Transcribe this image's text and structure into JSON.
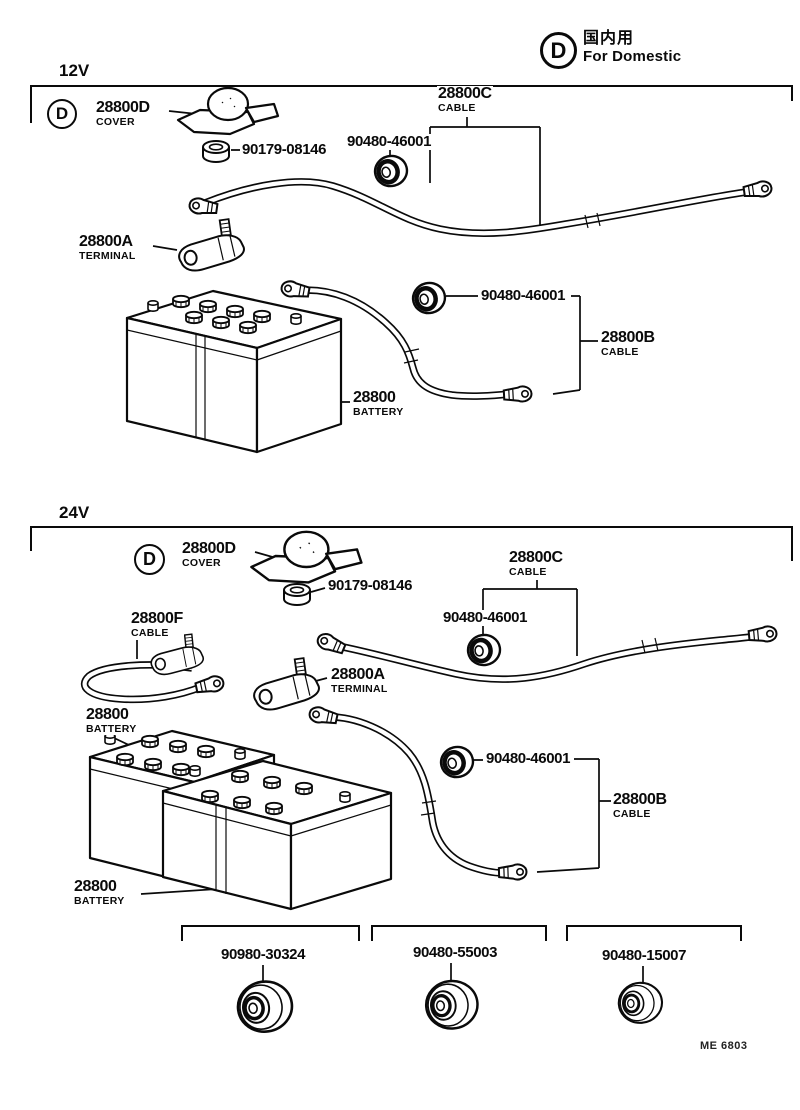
{
  "header": {
    "symbol": "D",
    "domestic_jp": "国内用",
    "domestic_en": "For Domestic"
  },
  "s12v": {
    "title": "12V",
    "symbol": "D",
    "cover": {
      "part": "28800D",
      "caption": "COVER"
    },
    "nut": {
      "part": "90179-08146"
    },
    "cable_c": {
      "part": "28800C",
      "caption": "CABLE"
    },
    "grommet_upper": {
      "part": "90480-46001"
    },
    "terminal": {
      "part": "28800A",
      "caption": "TERMINAL"
    },
    "grommet_lower": {
      "part": "90480-46001"
    },
    "cable_b": {
      "part": "28800B",
      "caption": "CABLE"
    },
    "battery": {
      "part": "28800",
      "caption": "BATTERY"
    }
  },
  "s24v": {
    "title": "24V",
    "symbol": "D",
    "cover": {
      "part": "28800D",
      "caption": "COVER"
    },
    "nut": {
      "part": "90179-08146"
    },
    "cable_c": {
      "part": "28800C",
      "caption": "CABLE"
    },
    "grommet_upper": {
      "part": "90480-46001"
    },
    "cable_f": {
      "part": "28800F",
      "caption": "CABLE"
    },
    "terminal": {
      "part": "28800A",
      "caption": "TERMINAL"
    },
    "battery_rear": {
      "part": "28800",
      "caption": "BATTERY"
    },
    "grommet_lower": {
      "part": "90480-46001"
    },
    "cable_b": {
      "part": "28800B",
      "caption": "CABLE"
    },
    "battery_front": {
      "part": "28800",
      "caption": "BATTERY"
    }
  },
  "bottom": {
    "items": [
      {
        "part": "90980-30324"
      },
      {
        "part": "90480-55003"
      },
      {
        "part": "90480-15007"
      }
    ]
  },
  "footer": {
    "code": "ME 6803"
  }
}
